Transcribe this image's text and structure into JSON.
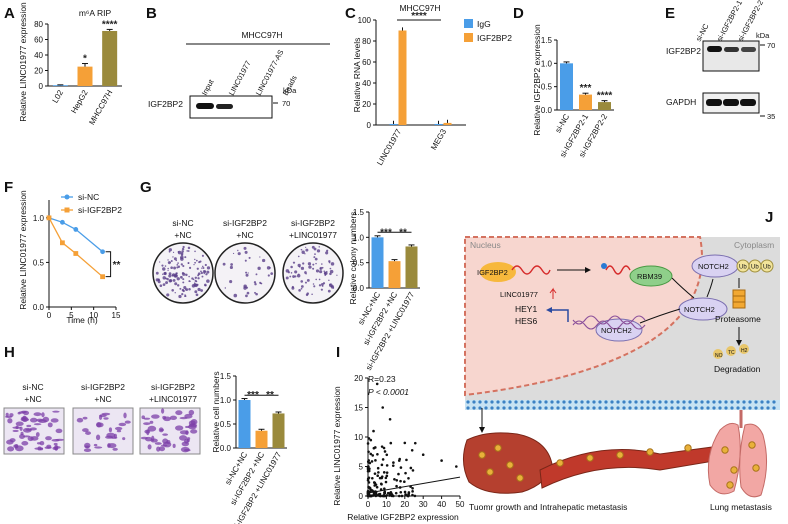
{
  "colors": {
    "blue": "#4a9de8",
    "orange": "#f5a037",
    "olive": "#9a8a3c",
    "ns": "#6c6c6c"
  },
  "panels": [
    "A",
    "B",
    "C",
    "D",
    "E",
    "F",
    "G",
    "H",
    "I",
    "J"
  ],
  "chart_data": [
    {
      "panel": "A",
      "type": "bar",
      "title": "m⁶A RIP",
      "ylabel": "Relative LINC01977 expression",
      "categories": [
        "L02",
        "HepG2",
        "MHCC97H"
      ],
      "values": [
        1,
        25,
        71
      ],
      "errors": [
        0.5,
        4,
        2
      ],
      "sig": [
        "",
        "*",
        "****"
      ],
      "ylim": [
        0,
        80
      ],
      "yticks": [
        "0",
        "20",
        "40",
        "60",
        "80"
      ]
    },
    {
      "panel": "C",
      "type": "bar",
      "title": "MHCC97H",
      "ylabel": "Relative RNA levels",
      "legend": [
        "IgG",
        "IGF2BP2"
      ],
      "categories": [
        "LINC01977",
        "MEG3"
      ],
      "series": [
        {
          "name": "IgG",
          "values": [
            1,
            1
          ]
        },
        {
          "name": "IGF2BP2",
          "values": [
            90,
            2
          ]
        }
      ],
      "sig": "****",
      "ylim": [
        0,
        100
      ],
      "yticks": [
        "0",
        "20",
        "40",
        "60",
        "80",
        "100"
      ]
    },
    {
      "panel": "D",
      "type": "bar",
      "ylabel": "Relative IGF2BP2 expression",
      "categories": [
        "si-NC",
        "si-IGF2BP2-1",
        "si-IGF2BP2-2"
      ],
      "values": [
        1.0,
        0.33,
        0.17
      ],
      "sig": [
        "",
        "***",
        "****"
      ],
      "ylim": [
        0,
        1.5
      ],
      "yticks": [
        "0.0",
        "0.5",
        "1.0",
        "1.5"
      ]
    },
    {
      "panel": "F",
      "type": "line",
      "ylabel": "Relative LINC01977 expression",
      "xlabel": "Time (h)",
      "legend": [
        "si-NC",
        "si-IGF2BP2"
      ],
      "x": [
        0,
        3,
        6,
        12
      ],
      "series": [
        {
          "name": "si-NC",
          "values": [
            1.0,
            0.95,
            0.87,
            0.62
          ]
        },
        {
          "name": "si-IGF2BP2",
          "values": [
            1.0,
            0.72,
            0.6,
            0.34
          ]
        }
      ],
      "sig": "**",
      "xticks": [
        "0",
        "5",
        "10",
        "15"
      ],
      "yticks": [
        "0.0",
        "0.5",
        "1.0"
      ],
      "xlim": [
        0,
        15
      ],
      "ylim": [
        0,
        1.2
      ]
    },
    {
      "panel": "G",
      "type": "bar",
      "ylabel": "Relative colony numbers",
      "categories": [
        "si-NC+NC",
        "si-IGF2BP2 +NC",
        "si-IGF2BP2 +LINC01977"
      ],
      "values": [
        1.0,
        0.53,
        0.82
      ],
      "sig": [
        "***",
        "**"
      ],
      "ylim": [
        0,
        1.5
      ],
      "yticks": [
        "0.0",
        "0.5",
        "1.0",
        "1.5"
      ]
    },
    {
      "panel": "H",
      "type": "bar",
      "ylabel": "Relative cell numbers",
      "categories": [
        "si-NC+NC",
        "si-IGF2BP2 +NC",
        "si-IGF2BP2 +LINC01977"
      ],
      "values": [
        1.0,
        0.36,
        0.72
      ],
      "sig": [
        "***",
        "**"
      ],
      "ylim": [
        0,
        1.5
      ],
      "yticks": [
        "0.0",
        "0.5",
        "1.0",
        "1.5"
      ]
    },
    {
      "panel": "I",
      "type": "scatter",
      "xlabel": "Relative IGF2BP2 expression",
      "ylabel": "Relative LINC01977 expression",
      "annotation": [
        "R=0.23",
        "P < 0.0001"
      ],
      "xlim": [
        0,
        50
      ],
      "ylim": [
        0,
        20
      ],
      "xticks": [
        "0",
        "10",
        "20",
        "30",
        "40",
        "50"
      ],
      "yticks": [
        "0",
        "5",
        "10",
        "15",
        "20"
      ],
      "fit": [
        [
          0,
          0.5
        ],
        [
          50,
          3.2
        ]
      ]
    }
  ],
  "B": {
    "cell": "MHCC97H",
    "lanes": [
      "Input",
      "LINC01977",
      "LINC01977-AS",
      "Beads"
    ],
    "kda_label": "kDa",
    "kda": "70",
    "protein": "IGF2BP2"
  },
  "E": {
    "lanes": [
      "si-NC",
      "si-IGF2BP2-1",
      "si-IGF2BP2-2"
    ],
    "proteins": [
      "IGF2BP2",
      "GAPDH"
    ],
    "kda_label": "kDa",
    "kda": [
      "70",
      "35"
    ]
  },
  "G_plates": [
    "si-NC\n+NC",
    "si-IGF2BP2\n+NC",
    "si-IGF2BP2\n+LINC01977"
  ],
  "J": {
    "nucleus": "Nucleus",
    "cytoplasm": "Cytoplasm",
    "igf": "IGF2BP2",
    "linc": "LINC01977",
    "rbm": "RBM39",
    "notch_n": "NOTCH2",
    "notch_c": "NOTCH2",
    "notch_ub": "NOTCH2",
    "ub": "Ub",
    "hey": "HEY1",
    "hes": "HES6",
    "proteasome": "Proteasome",
    "degradation": "Degradation",
    "no": "NO",
    "tc": "TC",
    "h2": "H2",
    "left_caption": "Tuomr growth and Intrahepatic metastasis",
    "right_caption": "Lung metastasis"
  }
}
